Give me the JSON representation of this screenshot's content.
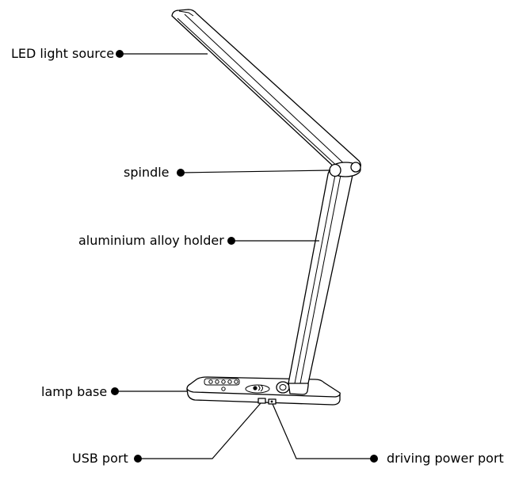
{
  "labels": {
    "led_light_source": "LED light source",
    "spindle": "spindle",
    "holder": "aluminium alloy holder",
    "lamp_base": "lamp base",
    "usb_port": "USB port",
    "driving_power_port": "driving power port"
  },
  "colors": {
    "line": "#000000",
    "background": "#ffffff"
  }
}
